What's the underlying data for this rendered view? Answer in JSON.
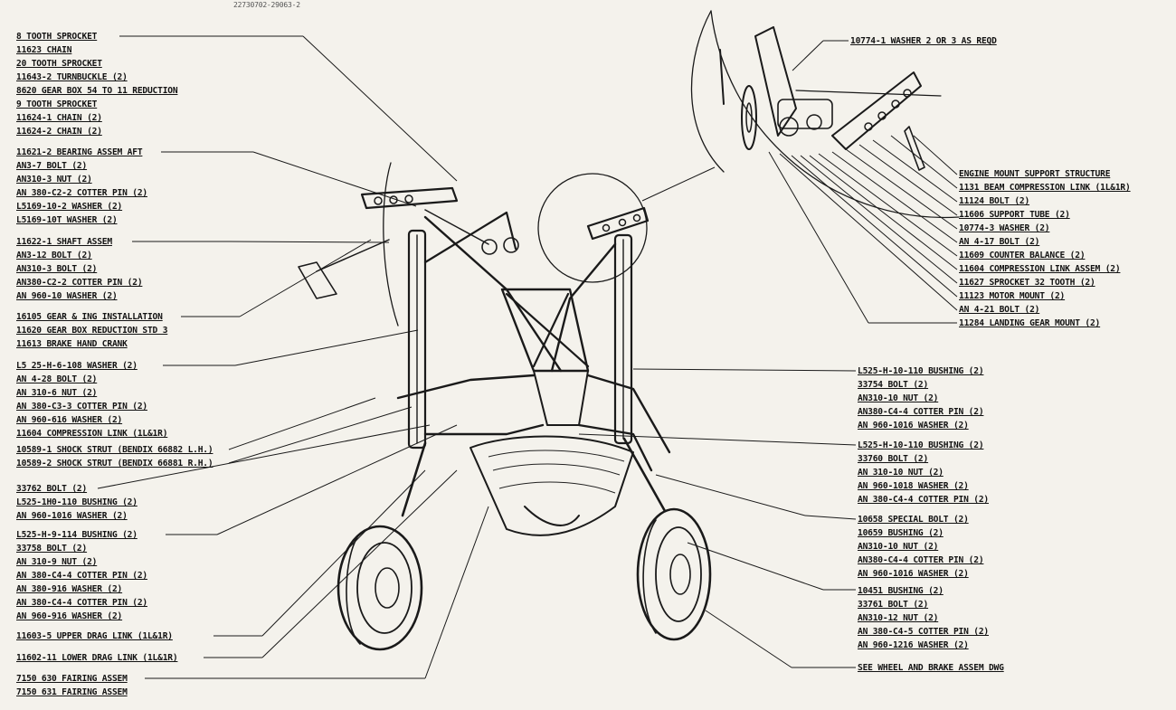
{
  "header_text": "22730702-29063-2",
  "labels": {
    "l01": "8 TOOTH SPROCKET",
    "l02": "11623 CHAIN",
    "l03": "20 TOOTH SPROCKET",
    "l04": "11643-2 TURNBUCKLE (2)",
    "l05": "8620 GEAR BOX 54 TO 11 REDUCTION",
    "l06": "9 TOOTH SPROCKET",
    "l07": "11624-1 CHAIN (2)",
    "l08": "11624-2 CHAIN (2)",
    "l09": "11621-2 BEARING ASSEM AFT",
    "l10": "AN3-7 BOLT (2)",
    "l11": "AN310-3 NUT (2)",
    "l12": "AN 380-C2-2 COTTER PIN (2)",
    "l13": "L5169-10-2 WASHER (2)",
    "l14": "L5169-10T WASHER (2)",
    "l15": "11622-1 SHAFT ASSEM",
    "l16": "AN3-12 BOLT (2)",
    "l17": "AN310-3 BOLT (2)",
    "l18": "AN380-C2-2 COTTER PIN (2)",
    "l19": "AN 960-10 WASHER (2)",
    "l20": "16105 GEAR & ING INSTALLATION",
    "l21": "11620 GEAR BOX REDUCTION STD 3",
    "l22": "11613 BRAKE HAND CRANK",
    "l23": "L5 25-H-6-108 WASHER (2)",
    "l24": "AN 4-28 BOLT (2)",
    "l25": "AN 310-6 NUT (2)",
    "l26": "AN 380-C3-3 COTTER PIN (2)",
    "l27": "AN 960-616 WASHER (2)",
    "l28": "11604 COMPRESSION LINK (1L&1R)",
    "l29": "10589-1 SHOCK STRUT (BENDIX 66882 L.H.)",
    "l30": "10589-2 SHOCK STRUT (BENDIX 66881 R.H.)",
    "l31": "33762 BOLT (2)",
    "l32": "L525-1H0-110 BUSHING (2)",
    "l33": "AN 960-1016 WASHER (2)",
    "l34": "L525-H-9-114 BUSHING (2)",
    "l35": "33758 BOLT (2)",
    "l36": "AN 310-9 NUT (2)",
    "l37": "AN 380-C4-4 COTTER PIN (2)",
    "l38": "AN 380-916 WASHER (2)",
    "l39": "AN 380-C4-4 COTTER PIN (2)",
    "l40": "AN 960-916 WASHER (2)",
    "l41": "11603-5 UPPER DRAG LINK (1L&1R)",
    "l42": "11602-11 LOWER DRAG LINK (1L&1R)",
    "l43": "7150 630 FAIRING ASSEM",
    "l44": "7150 631 FAIRING ASSEM",
    "r01": "10774-1 WASHER 2 OR 3 AS REQD",
    "r02": "ENGINE MOUNT SUPPORT STRUCTURE",
    "r03": "1131 BEAM COMPRESSION LINK (1L&1R)",
    "r04": "11124 BOLT (2)",
    "r05": "11606 SUPPORT TUBE (2)",
    "r06": "10774-3 WASHER (2)",
    "r07": "AN 4-17 BOLT (2)",
    "r08": "11609 COUNTER BALANCE (2)",
    "r09": "11604 COMPRESSION LINK ASSEM (2)",
    "r10": "11627 SPROCKET 32 TOOTH (2)",
    "r11": "11123 MOTOR MOUNT (2)",
    "r12": "AN 4-21 BOLT (2)",
    "r13": "11284 LANDING GEAR MOUNT (2)",
    "r14": "L525-H-10-110 BUSHING (2)",
    "r15": "33754 BOLT (2)",
    "r16": "AN310-10 NUT (2)",
    "r17": "AN380-C4-4 COTTER PIN (2)",
    "r18": "AN 960-1016 WASHER (2)",
    "r19": "L525-H-10-110 BUSHING (2)",
    "r20": "33760 BOLT (2)",
    "r21": "AN 310-10 NUT (2)",
    "r22": "AN 960-1018 WASHER (2)",
    "r23": "AN 380-C4-4 COTTER PIN (2)",
    "r24": "10658 SPECIAL BOLT (2)",
    "r25": "10659 BUSHING (2)",
    "r26": "AN310-10 NUT (2)",
    "r27": "AN380-C4-4 COTTER PIN (2)",
    "r28": "AN 960-1016 WASHER (2)",
    "r29": "10451 BUSHING (2)",
    "r30": "33761 BOLT (2)",
    "r31": "AN310-12 NUT (2)",
    "r32": "AN 380-C4-5 COTTER PIN (2)",
    "r33": "AN 960-1216 WASHER (2)",
    "r34": "SEE WHEEL AND BRAKE ASSEM DWG"
  },
  "colors": {
    "paper": "#f4f2ec",
    "ink": "#151515"
  }
}
